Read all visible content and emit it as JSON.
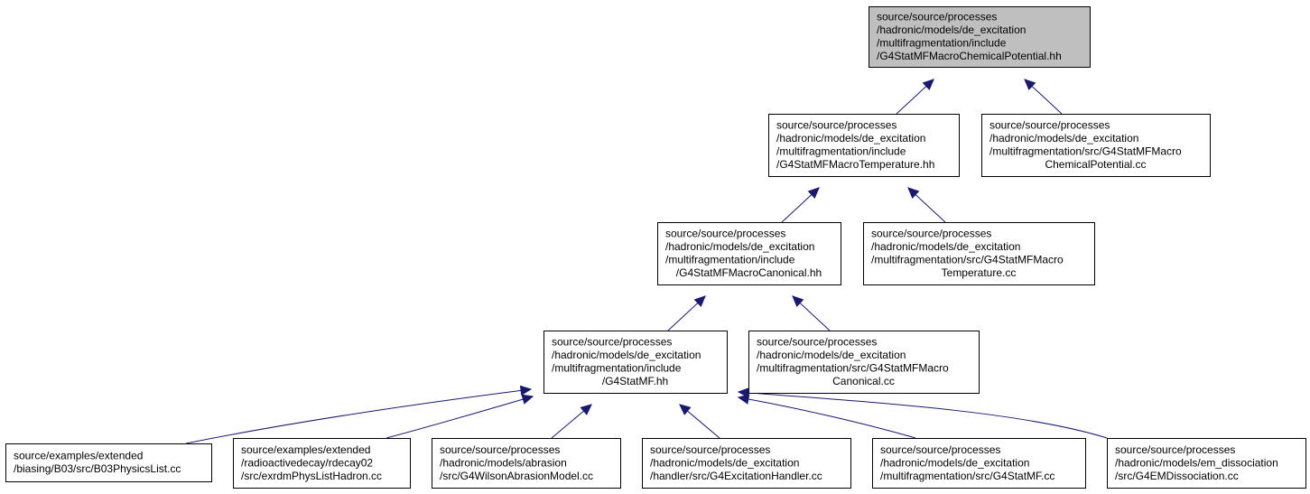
{
  "colors": {
    "node_fill": "#ffffff",
    "root_fill": "#bfbfbf",
    "border": "#000000",
    "edge": "#191970"
  },
  "nodes": [
    {
      "id": "root",
      "highlight": true,
      "align": "left",
      "lines": [
        "source/source/processes",
        "/hadronic/models/de_excitation",
        "/multifragmentation/include",
        "/G4StatMFMacroChemicalPotential.hh"
      ]
    },
    {
      "id": "temperature-hh",
      "align": "left",
      "lines": [
        "source/source/processes",
        "/hadronic/models/de_excitation",
        "/multifragmentation/include",
        "/G4StatMFMacroTemperature.hh"
      ]
    },
    {
      "id": "chemical-potential-cc",
      "align": "mixed",
      "lines": [
        "source/source/processes",
        "/hadronic/models/de_excitation",
        "/multifragmentation/src/G4StatMFMacro",
        "ChemicalPotential.cc"
      ]
    },
    {
      "id": "canonical-hh",
      "align": "mixed",
      "lines": [
        "source/source/processes",
        "/hadronic/models/de_excitation",
        "/multifragmentation/include",
        "/G4StatMFMacroCanonical.hh"
      ]
    },
    {
      "id": "temperature-cc",
      "align": "mixed",
      "lines": [
        "source/source/processes",
        "/hadronic/models/de_excitation",
        "/multifragmentation/src/G4StatMFMacro",
        "Temperature.cc"
      ]
    },
    {
      "id": "statmf-hh",
      "align": "mixed",
      "lines": [
        "source/source/processes",
        "/hadronic/models/de_excitation",
        "/multifragmentation/include",
        "/G4StatMF.hh"
      ]
    },
    {
      "id": "canonical-cc",
      "align": "mixed",
      "lines": [
        "source/source/processes",
        "/hadronic/models/de_excitation",
        "/multifragmentation/src/G4StatMFMacro",
        "Canonical.cc"
      ]
    },
    {
      "id": "b03-physicslist-cc",
      "align": "left",
      "lines": [
        "source/examples/extended",
        "/biasing/B03/src/B03PhysicsList.cc"
      ]
    },
    {
      "id": "exrdm-physlisthadron-cc",
      "align": "left",
      "lines": [
        "source/examples/extended",
        "/radioactivedecay/rdecay02",
        "/src/exrdmPhysListHadron.cc"
      ]
    },
    {
      "id": "wilson-abrasion-cc",
      "align": "left",
      "lines": [
        "source/source/processes",
        "/hadronic/models/abrasion",
        "/src/G4WilsonAbrasionModel.cc"
      ]
    },
    {
      "id": "excitation-handler-cc",
      "align": "left",
      "lines": [
        "source/source/processes",
        "/hadronic/models/de_excitation",
        "/handler/src/G4ExcitationHandler.cc"
      ]
    },
    {
      "id": "statmf-cc",
      "align": "left",
      "lines": [
        "source/source/processes",
        "/hadronic/models/de_excitation",
        "/multifragmentation/src/G4StatMF.cc"
      ]
    },
    {
      "id": "em-dissociation-cc",
      "align": "left",
      "lines": [
        "source/source/processes",
        "/hadronic/models/em_dissociation",
        "/src/G4EMDissociation.cc"
      ]
    }
  ],
  "edges": [
    {
      "from": "temperature-hh",
      "to": "root"
    },
    {
      "from": "chemical-potential-cc",
      "to": "root"
    },
    {
      "from": "canonical-hh",
      "to": "temperature-hh"
    },
    {
      "from": "temperature-cc",
      "to": "temperature-hh"
    },
    {
      "from": "statmf-hh",
      "to": "canonical-hh"
    },
    {
      "from": "canonical-cc",
      "to": "canonical-hh"
    },
    {
      "from": "b03-physicslist-cc",
      "to": "statmf-hh"
    },
    {
      "from": "exrdm-physlisthadron-cc",
      "to": "statmf-hh"
    },
    {
      "from": "wilson-abrasion-cc",
      "to": "statmf-hh"
    },
    {
      "from": "excitation-handler-cc",
      "to": "statmf-hh"
    },
    {
      "from": "statmf-cc",
      "to": "statmf-hh"
    },
    {
      "from": "em-dissociation-cc",
      "to": "statmf-hh"
    }
  ]
}
